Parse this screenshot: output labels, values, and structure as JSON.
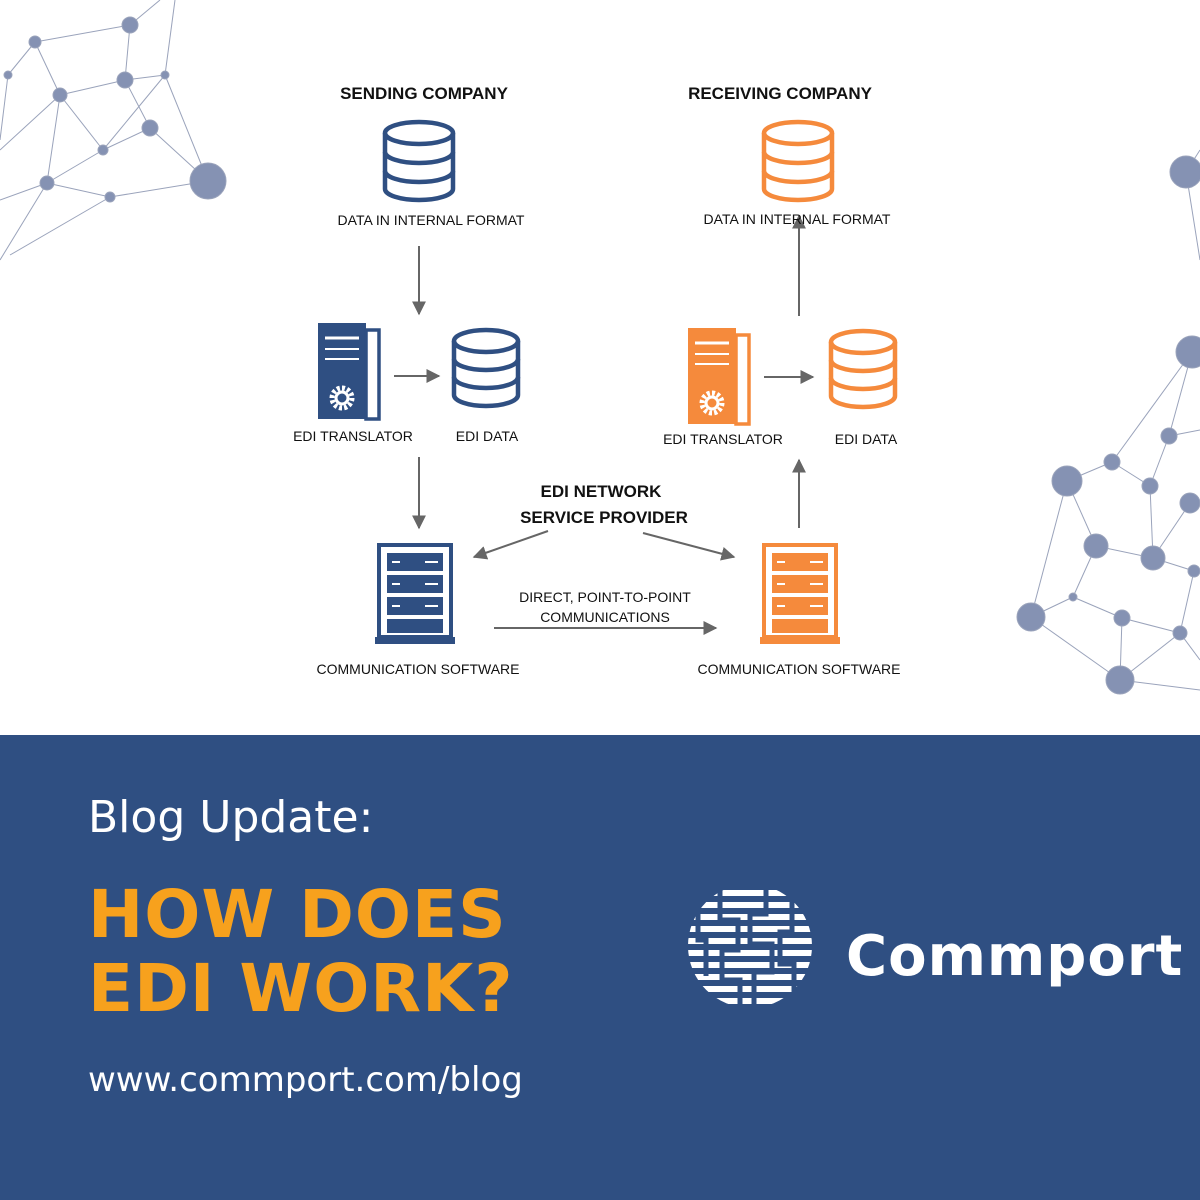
{
  "diagram": {
    "sending_title": "SENDING COMPANY",
    "receiving_title": "RECEIVING COMPANY",
    "sending": {
      "data_label": "DATA IN INTERNAL FORMAT",
      "translator_label": "EDI TRANSLATOR",
      "edi_data_label": "EDI DATA",
      "comm_label": "COMMUNICATION SOFTWARE"
    },
    "receiving": {
      "data_label": "DATA IN INTERNAL FORMAT",
      "translator_label": "EDI TRANSLATOR",
      "edi_data_label": "EDI DATA",
      "comm_label": "COMMUNICATION SOFTWARE"
    },
    "network_line1": "EDI NETWORK",
    "network_line2": "SERVICE PROVIDER",
    "direct_line1": "DIRECT, POINT-TO-POINT",
    "direct_line2": "COMMUNICATIONS",
    "colors": {
      "sending": "#2f4f82",
      "receiving": "#f58a3c",
      "arrow": "#666666",
      "network": "#8a96b4"
    }
  },
  "banner": {
    "blog_label": "Blog Update:",
    "headline_line1": "HOW DOES",
    "headline_line2": "EDI WORK?",
    "url": "www.commport.com/blog",
    "brand": "Commport",
    "colors": {
      "background": "#2f4f82",
      "headline": "#f7a11d",
      "text": "#ffffff"
    }
  }
}
